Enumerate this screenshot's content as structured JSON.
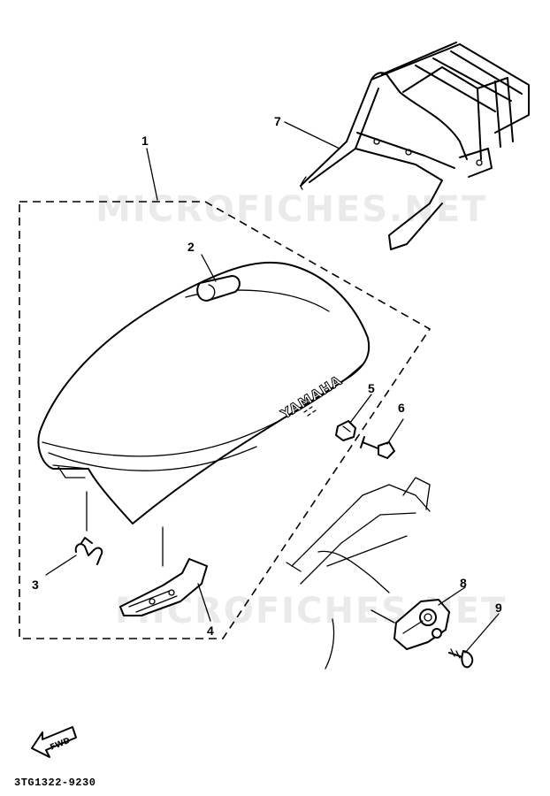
{
  "diagram": {
    "watermark": "MICROFICHES.NET",
    "brand_text": "YAMAHA",
    "fwd_label": "FWD",
    "part_code": "3TG1322-9230",
    "callouts": [
      "1",
      "2",
      "3",
      "4",
      "5",
      "6",
      "7",
      "8",
      "9"
    ]
  }
}
